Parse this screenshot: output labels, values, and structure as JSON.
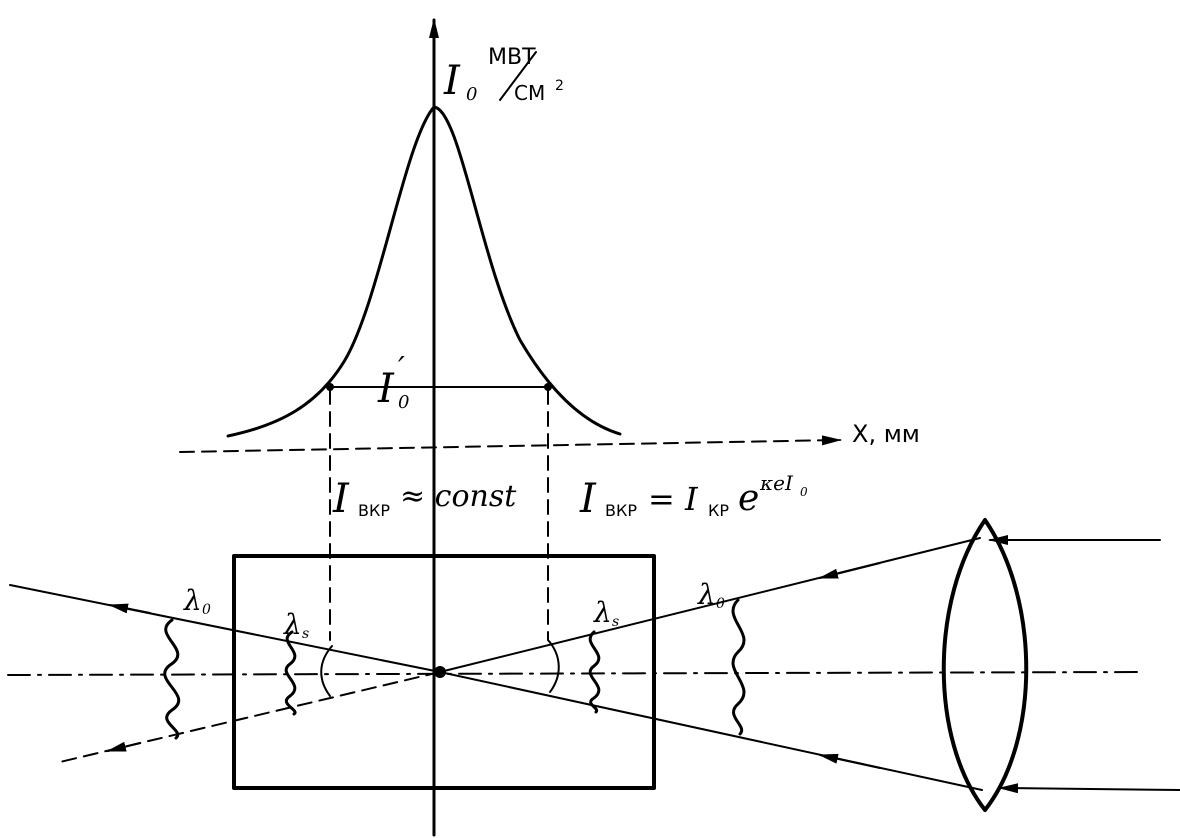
{
  "labels": {
    "intensity_axis": "I",
    "intensity_axis_sub": "0",
    "unit_top": "МВТ",
    "unit_bottom": "СМ",
    "unit_exp": "2",
    "x_axis": "Х, мм",
    "threshold": "I",
    "threshold_prime": "′",
    "threshold_sub": "0",
    "left_formula_i": "I",
    "left_formula_sub": "ВКР",
    "left_formula_rest": "≈ const",
    "right_formula_i": "I",
    "right_formula_sub": "ВКР",
    "right_formula_eq": "= I",
    "right_formula_sub2": "КР",
    "right_formula_e": "e",
    "right_formula_exp": "κeI",
    "right_formula_exp_sub": "0",
    "lambda0": "λ",
    "lambda0_sub": "0",
    "lambdas": "λ",
    "lambdas_sub": "s"
  },
  "colors": {
    "ink": "#000000",
    "background": "#ffffff"
  }
}
